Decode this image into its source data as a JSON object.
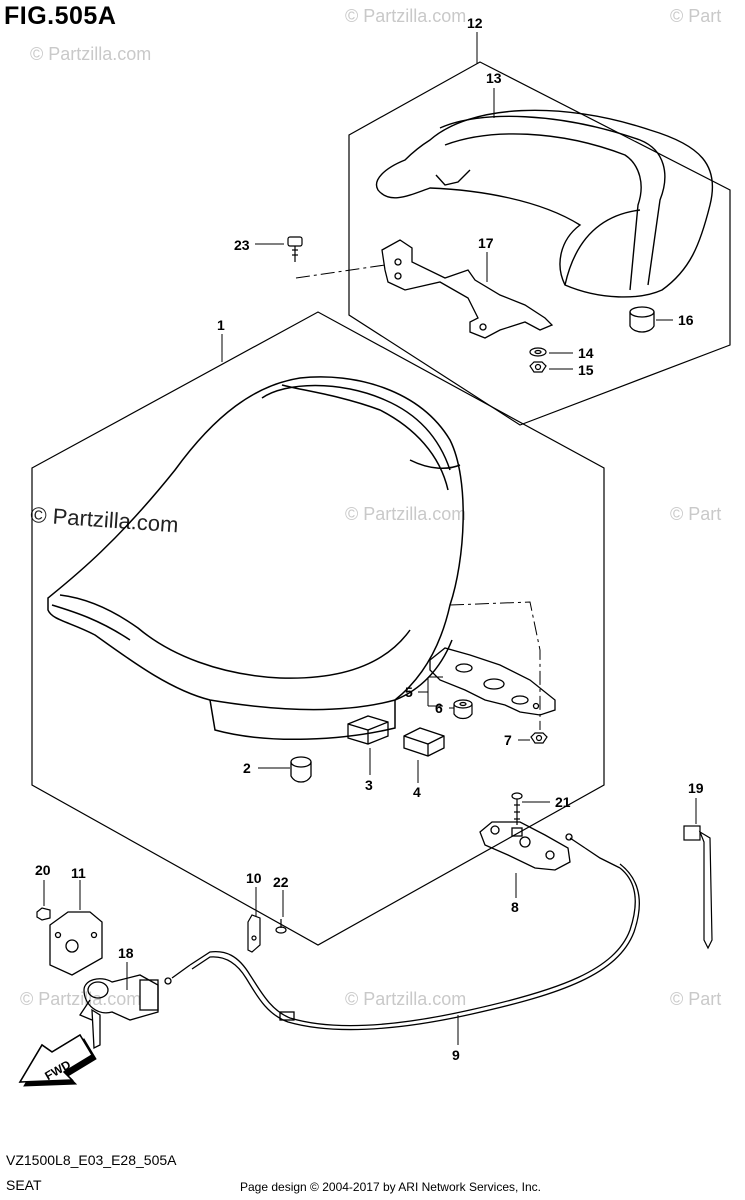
{
  "figure": {
    "title": "FIG.505A",
    "model_code": "VZ1500L8_E03_E28_505A",
    "section_name": "SEAT",
    "credit": "Page design © 2004-2017 by ARI Network Services, Inc."
  },
  "watermarks": {
    "main": "© Partzilla.com",
    "faint": "© Partzilla.com",
    "faint_right": "© Part"
  },
  "fwd_label": "FWD",
  "callouts": {
    "p1": "1",
    "p2": "2",
    "p3": "3",
    "p4": "4",
    "p5": "5",
    "p6": "6",
    "p7": "7",
    "p8": "8",
    "p9": "9",
    "p10": "10",
    "p11": "11",
    "p12": "12",
    "p13": "13",
    "p14": "14",
    "p15": "15",
    "p16": "16",
    "p17": "17",
    "p18": "18",
    "p19": "19",
    "p20": "20",
    "p21": "21",
    "p22": "22",
    "p23": "23"
  }
}
